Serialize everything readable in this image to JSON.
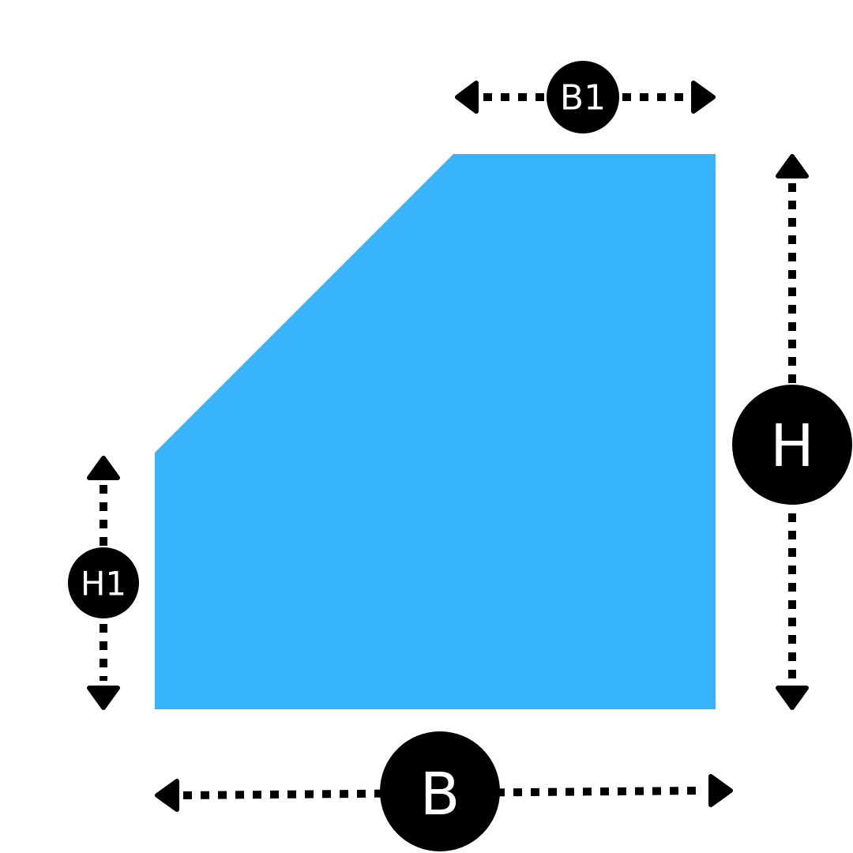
{
  "diagram": {
    "shape_color": "#38b4fc",
    "line_color": "#000000",
    "label_text_color": "#ffffff",
    "labels": {
      "top_width": "B1",
      "total_height": "H",
      "left_height": "H1",
      "bottom_width": "B"
    }
  }
}
